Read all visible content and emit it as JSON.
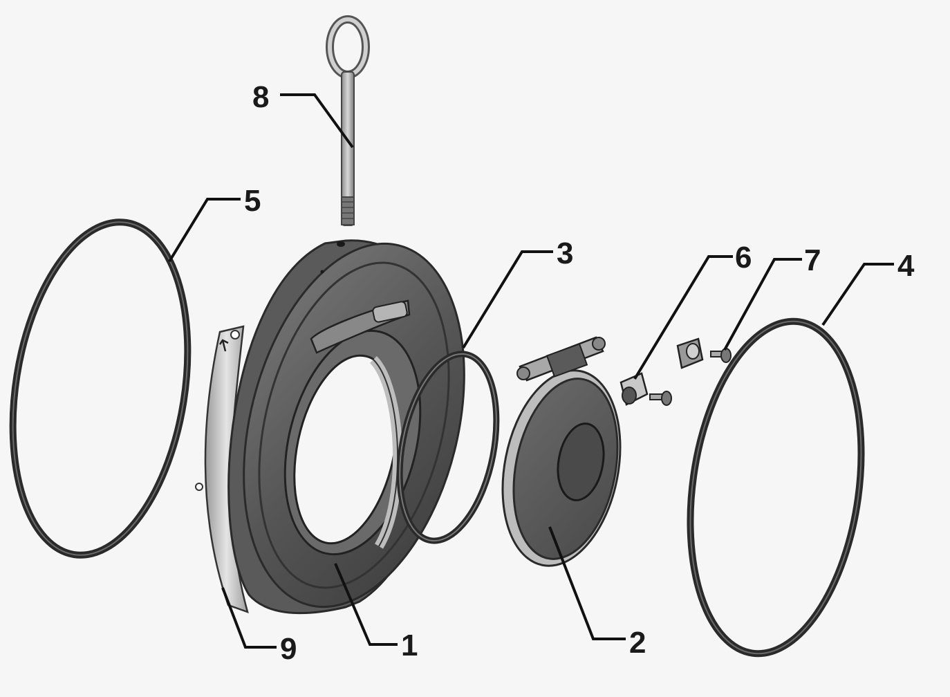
{
  "colors": {
    "background": "#f6f6f6",
    "metal_dark": "#4a4a4a",
    "metal_mid": "#6e6e6e",
    "metal_light": "#c9c9c9",
    "oring": "#2a2a2a",
    "leader": "#111111"
  },
  "callouts": [
    {
      "id": "c1",
      "label": "1"
    },
    {
      "id": "c2",
      "label": "2"
    },
    {
      "id": "c3",
      "label": "3"
    },
    {
      "id": "c4",
      "label": "4"
    },
    {
      "id": "c5",
      "label": "5"
    },
    {
      "id": "c6",
      "label": "6"
    },
    {
      "id": "c7",
      "label": "7"
    },
    {
      "id": "c8",
      "label": "8"
    },
    {
      "id": "c9",
      "label": "9"
    }
  ]
}
